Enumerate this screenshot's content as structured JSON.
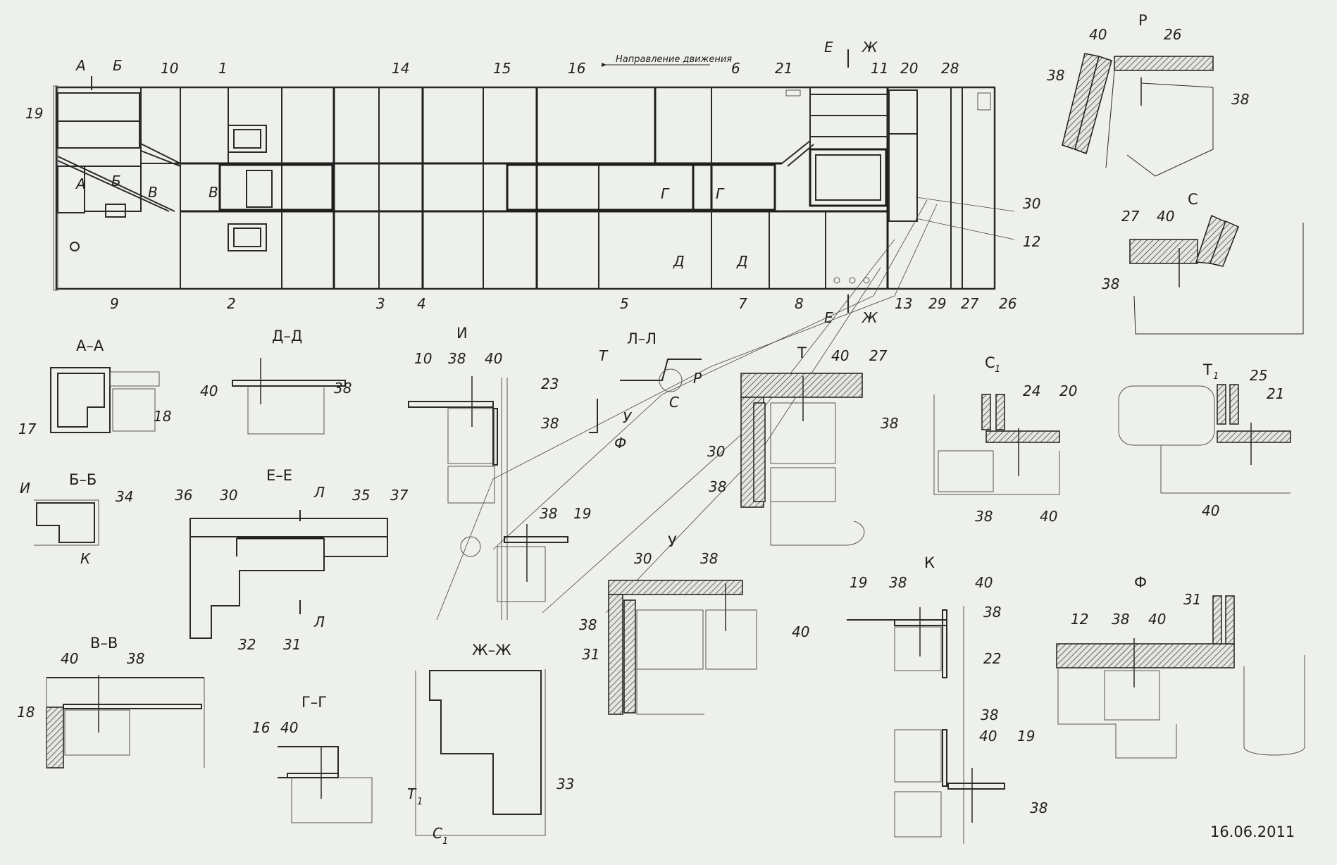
{
  "drawing": {
    "direction_note": "Направление движения",
    "date": "16.06.2011"
  },
  "section_arrows": {
    "aa_top": [
      "А",
      "Б"
    ],
    "ez_top": [
      "Е",
      "Ж"
    ],
    "ez_bottom": [
      "Е",
      "Ж"
    ],
    "inner": [
      "А",
      "Б",
      "В",
      "В",
      "Г",
      "Г",
      "Д",
      "Д"
    ]
  },
  "main_callouts": {
    "top": [
      "10",
      "1",
      "14",
      "15",
      "16",
      "6",
      "21",
      "11",
      "20",
      "28"
    ],
    "bottom": [
      "9",
      "2",
      "3",
      "4",
      "5",
      "7",
      "8",
      "13",
      "29",
      "27",
      "26"
    ],
    "left": "19",
    "right": [
      "30",
      "12"
    ]
  },
  "views": {
    "r": {
      "title": "Р",
      "labels": [
        "40",
        "26",
        "38",
        "38"
      ]
    },
    "c": {
      "title": "С",
      "labels": [
        "27",
        "40",
        "38"
      ]
    },
    "aa": {
      "title": "А–А",
      "labels": [
        "17",
        "18"
      ]
    },
    "dd": {
      "title": "Д–Д",
      "labels": [
        "40",
        "38"
      ]
    },
    "i": {
      "title": "И",
      "labels": [
        "10",
        "38",
        "40",
        "23",
        "38",
        "38",
        "19"
      ]
    },
    "ll": {
      "title": "Л–Л",
      "labels": [
        "Т",
        "Р",
        "С",
        "У",
        "Ф"
      ]
    },
    "t": {
      "title": "Т",
      "labels": [
        "40",
        "27",
        "38",
        "30",
        "38"
      ]
    },
    "c1": {
      "title": "С",
      "sub": "1",
      "labels": [
        "24",
        "20",
        "38",
        "40"
      ]
    },
    "t1": {
      "title": "Т",
      "sub": "1",
      "labels": [
        "25",
        "21",
        "40"
      ]
    },
    "bb": {
      "title": "Б–Б",
      "labels": [
        "И",
        "34",
        "К"
      ]
    },
    "ee": {
      "title": "Е–Е",
      "labels": [
        "36",
        "30",
        "35",
        "37",
        "Л",
        "Л",
        "32",
        "31"
      ]
    },
    "u": {
      "title": "У",
      "labels": [
        "30",
        "38",
        "38",
        "31",
        "40"
      ]
    },
    "k": {
      "title": "К",
      "labels": [
        "19",
        "38",
        "40",
        "38",
        "22",
        "38",
        "40",
        "19",
        "38"
      ]
    },
    "f": {
      "title": "Ф",
      "labels": [
        "31",
        "12",
        "38",
        "40"
      ]
    },
    "vv": {
      "title": "В–В",
      "labels": [
        "40",
        "38",
        "18"
      ]
    },
    "gg": {
      "title": "Г–Г",
      "labels": [
        "16",
        "40"
      ]
    },
    "zz": {
      "title": "Ж–Ж",
      "labels": [
        "33"
      ],
      "markers": [
        {
          "t": "Т",
          "s": "1"
        },
        {
          "t": "С",
          "s": "1"
        }
      ]
    }
  }
}
